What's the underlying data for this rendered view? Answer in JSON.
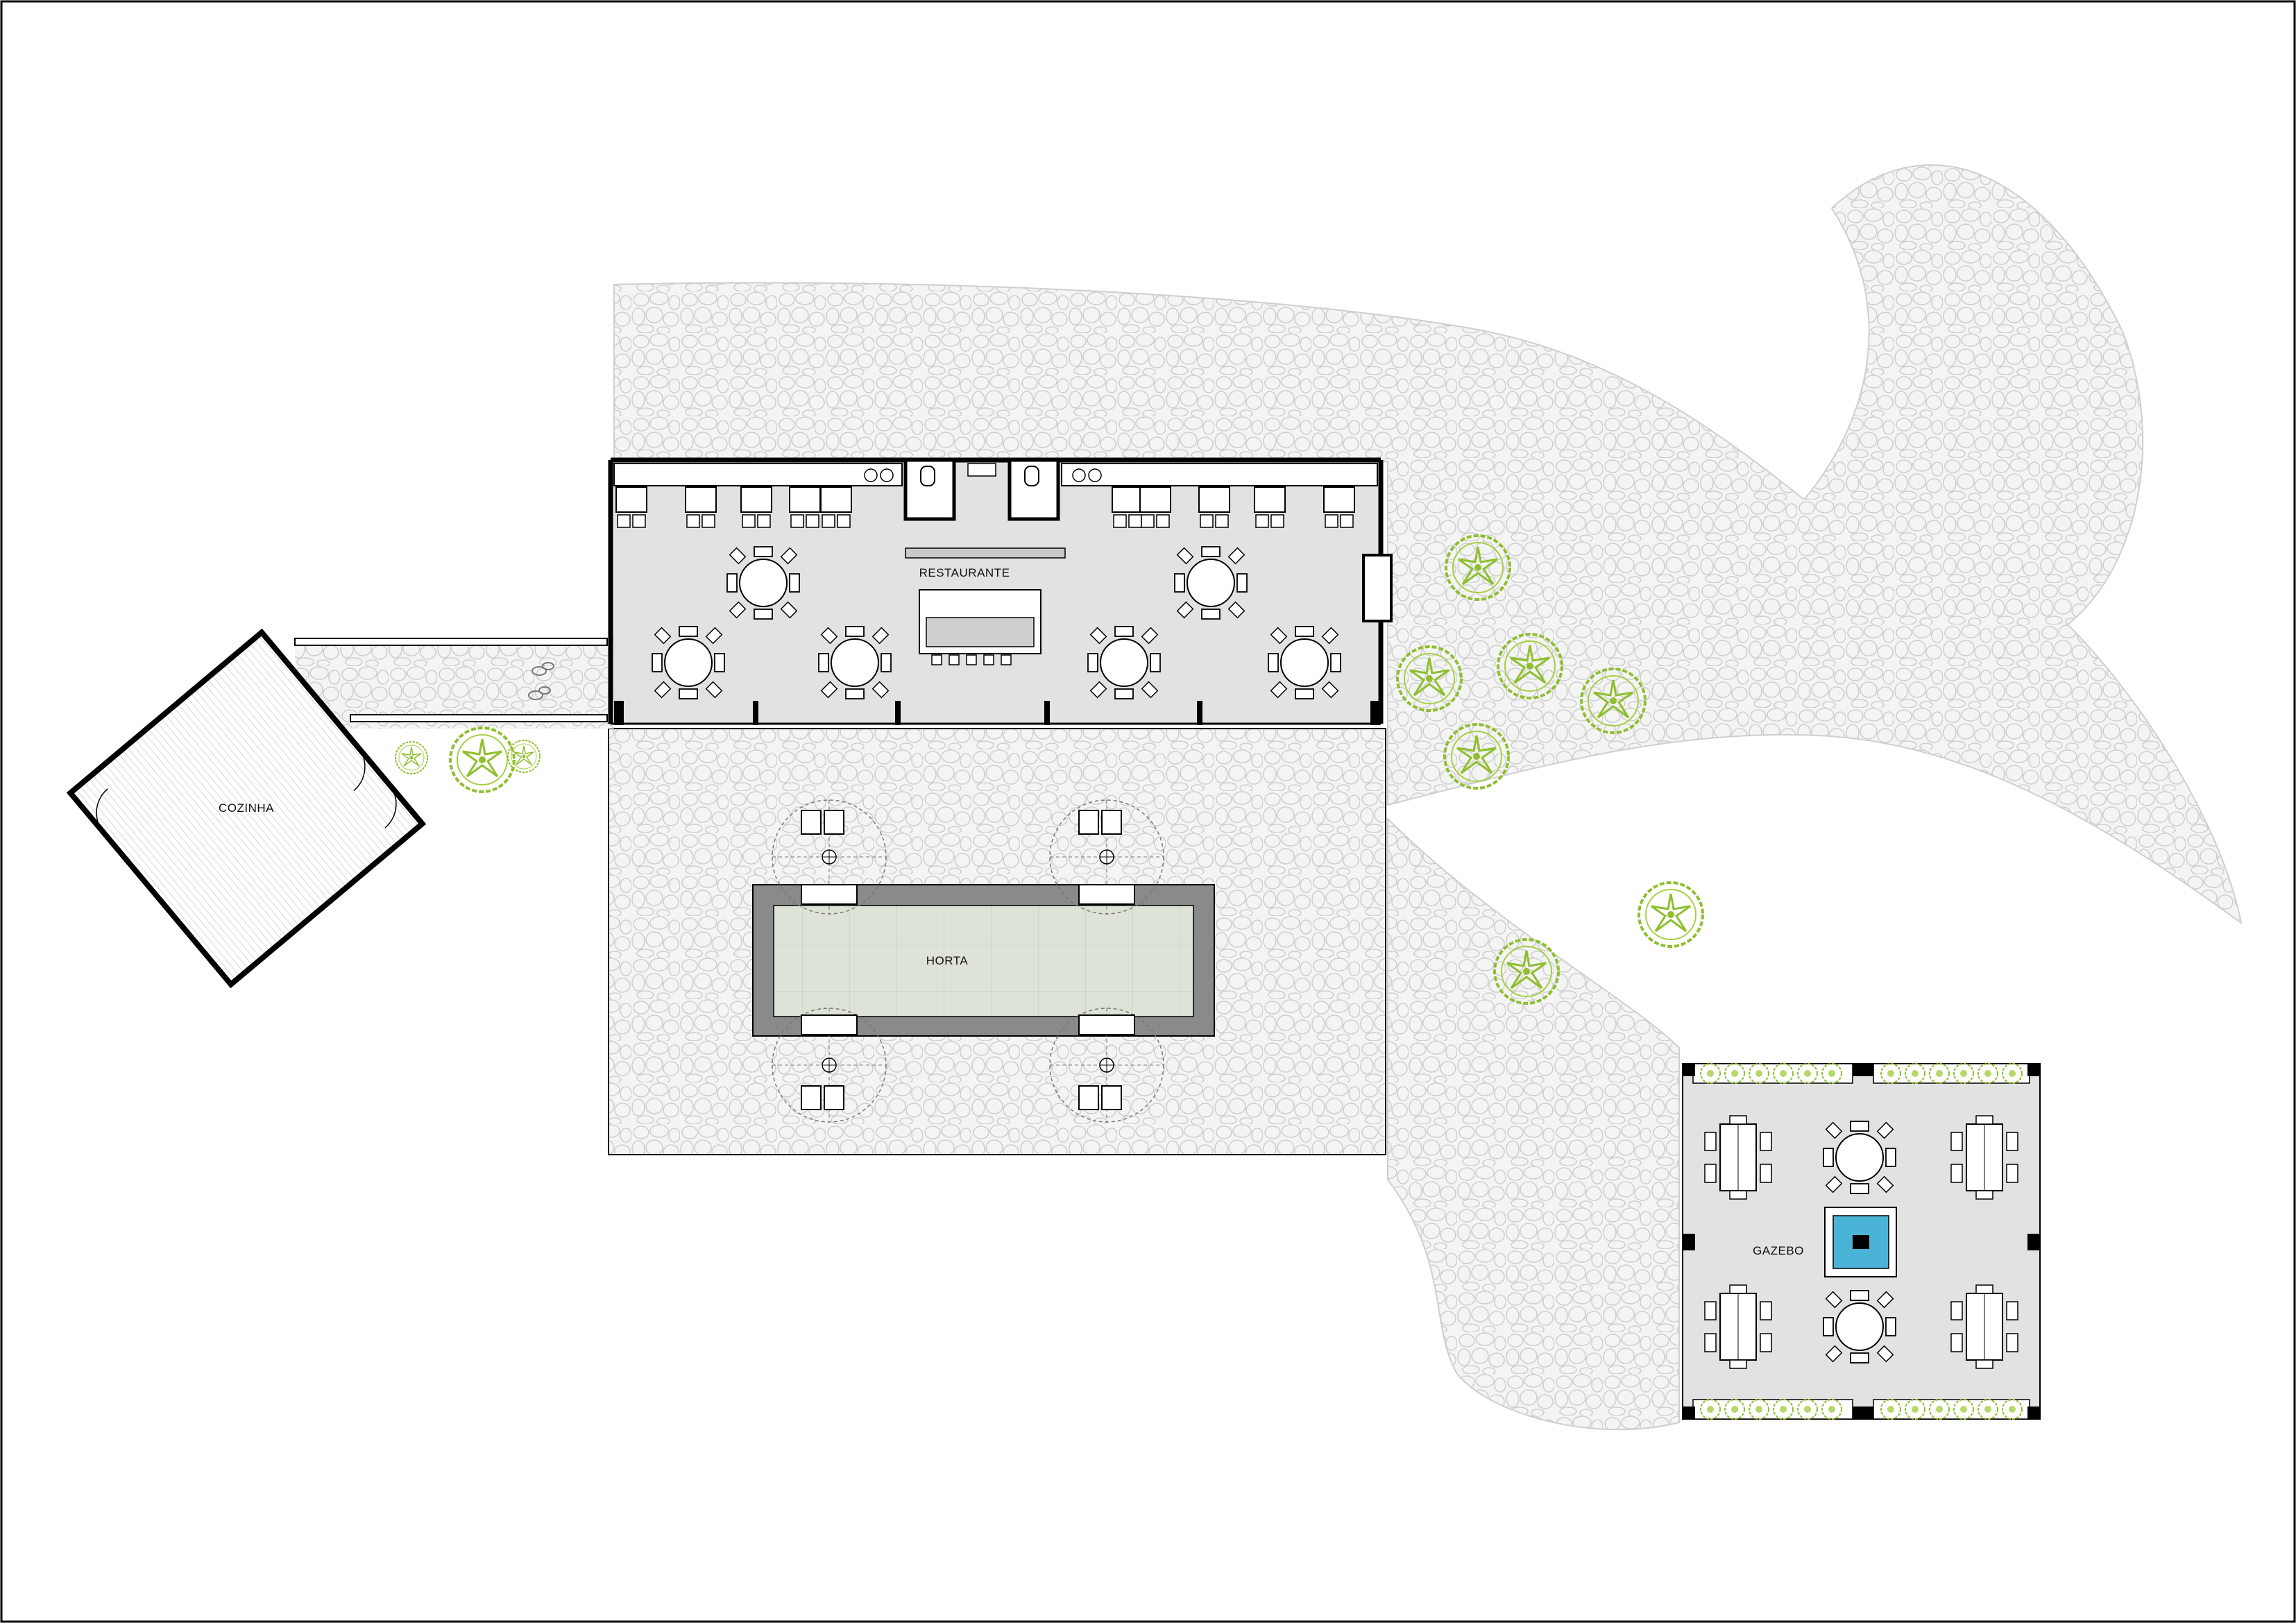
{
  "labels": {
    "restaurante": "RESTAURANTE",
    "cozinha": "COZINHA",
    "horta": "HORTA",
    "gazebo": "GAZEBO"
  },
  "colors": {
    "paving": "#f2f2f2",
    "paving_stone": "#d3d3d3",
    "floor": "#e2e2e2",
    "wall": "#000000",
    "horta_bed": "#dde3d6",
    "horta_frame": "#8a8a8a",
    "tree": "#9ac83a",
    "fountain": "#4ab3d6"
  }
}
